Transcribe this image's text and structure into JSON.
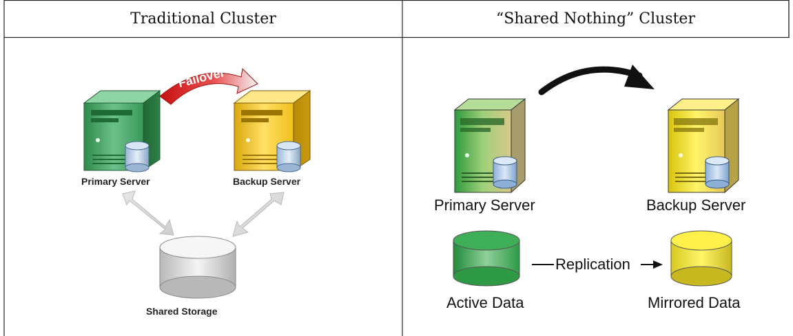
{
  "columns": [
    {
      "header": "Traditional Cluster",
      "failover_label": "Failover",
      "primary_label": "Primary Server",
      "backup_label": "Backup Server",
      "storage_label": "Shared Storage"
    },
    {
      "header": "“Shared Nothing” Cluster",
      "primary_label": "Primary Server",
      "backup_label": "Backup Server",
      "active_label": "Active Data",
      "mirrored_label": "Mirrored Data",
      "replication_label": "Replication"
    }
  ],
  "colors": {
    "primary_green": "#3a9a5a",
    "backup_yellow": "#f2c21a",
    "failover_red": "#d01818",
    "storage_gray": "#d0d0d0",
    "mirror_yellow": "#f0e61a"
  }
}
